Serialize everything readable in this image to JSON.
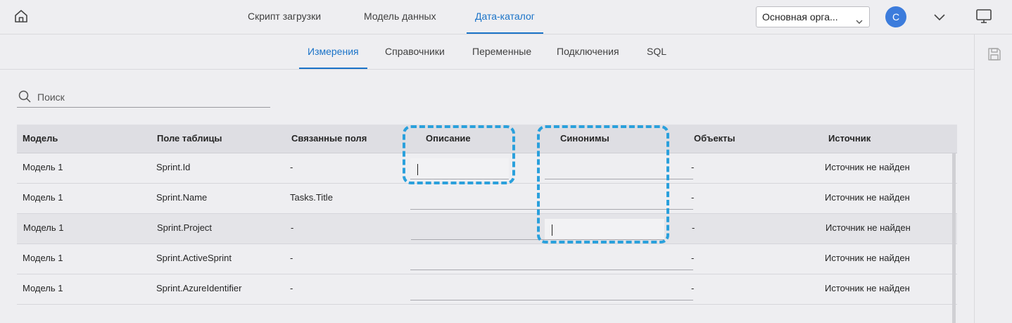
{
  "header": {
    "tabs": [
      {
        "label": "Скрипт загрузки",
        "active": false
      },
      {
        "label": "Модель данных",
        "active": false
      },
      {
        "label": "Дата-каталог",
        "active": true
      }
    ],
    "org_select_value": "Основная орга...",
    "avatar_initial": "С",
    "icons": [
      "home-icon",
      "chevron-down-icon",
      "monitor-icon"
    ]
  },
  "subtabs": [
    {
      "label": "Измерения",
      "active": true
    },
    {
      "label": "Справочники",
      "active": false
    },
    {
      "label": "Переменные",
      "active": false
    },
    {
      "label": "Подключения",
      "active": false
    },
    {
      "label": "SQL",
      "active": false
    }
  ],
  "search": {
    "placeholder": "Поиск"
  },
  "table": {
    "columns": [
      "Модель",
      "Поле таблицы",
      "Связанные поля",
      "Описание",
      "Синонимы",
      "Объекты",
      "Источник"
    ],
    "rows": [
      {
        "model": "Модель 1",
        "field": "Sprint.Id",
        "linked": "-",
        "description": "",
        "synonyms": "",
        "objects": "-",
        "source": "Источник не найден"
      },
      {
        "model": "Модель 1",
        "field": "Sprint.Name",
        "linked": "Tasks.Title",
        "description": "",
        "synonyms": "",
        "objects": "-",
        "source": "Источник не найден"
      },
      {
        "model": "Модель 1",
        "field": "Sprint.Project",
        "linked": "-",
        "description": "",
        "synonyms": "",
        "objects": "-",
        "source": "Источник не найден"
      },
      {
        "model": "Модель 1",
        "field": "Sprint.ActiveSprint",
        "linked": "-",
        "description": "",
        "synonyms": "",
        "objects": "-",
        "source": "Источник не найден"
      },
      {
        "model": "Модель 1",
        "field": "Sprint.AzureIdentifier",
        "linked": "-",
        "description": "",
        "synonyms": "",
        "objects": "-",
        "source": "Источник не найден"
      }
    ]
  },
  "colors": {
    "accent": "#1a73c8",
    "highlight_dash": "#2aa0dc",
    "avatar": "#3c7cdc"
  }
}
